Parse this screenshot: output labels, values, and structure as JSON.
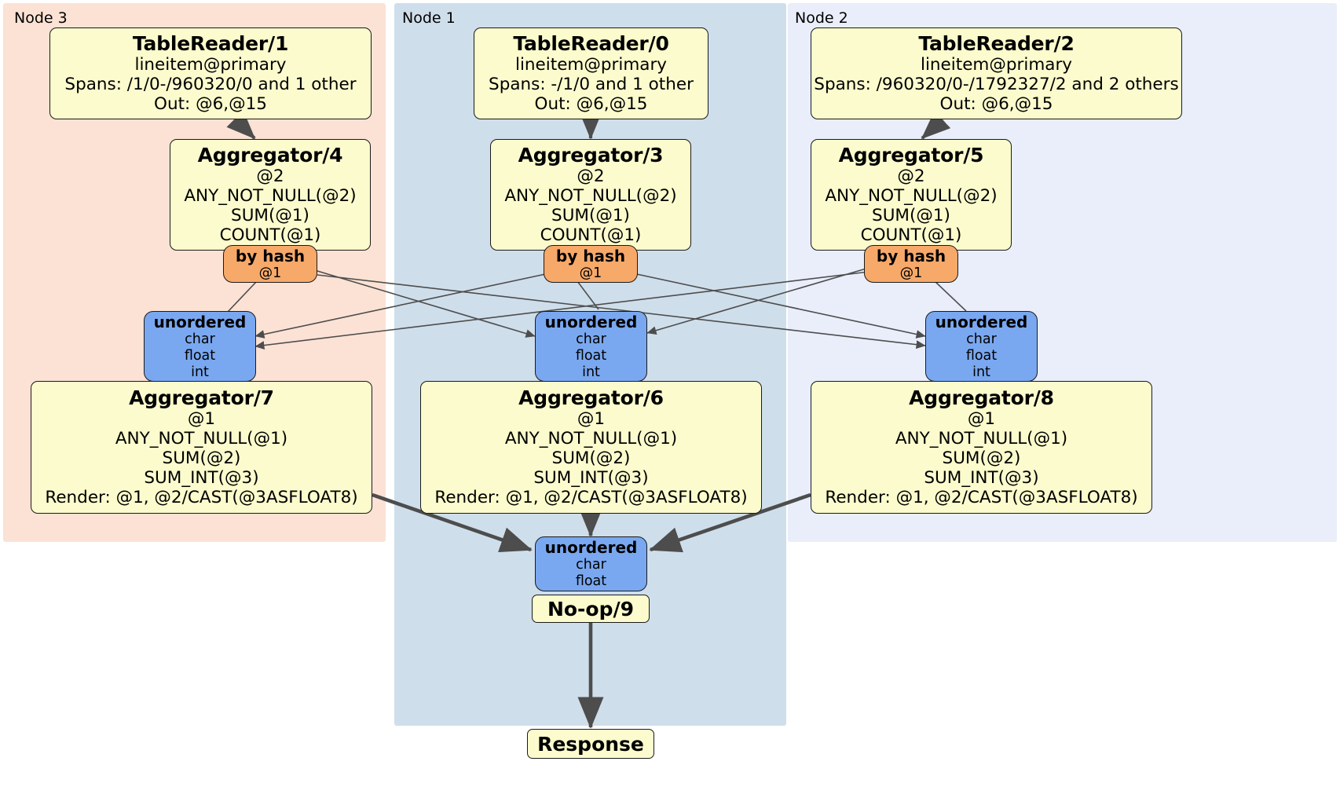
{
  "diagram": {
    "type": "distributed-query-plan",
    "colors": {
      "node3_bg": "#fbe2d5",
      "node1_bg": "#cfdeeb",
      "node2_bg": "#e9eefa",
      "processor_bg": "#fbfbcd",
      "hash_router_bg": "#f7a96a",
      "unordered_router_bg": "#7aa8f0",
      "edge": "#4d4d4d",
      "border": "#1a1a1a"
    }
  },
  "clusters": [
    {
      "id": "node3",
      "label": "Node 3"
    },
    {
      "id": "node1",
      "label": "Node 1"
    },
    {
      "id": "node2",
      "label": "Node 2"
    }
  ],
  "processors": {
    "table_reader_1": {
      "title": "TableReader/1",
      "l1": "lineitem@primary",
      "l2": "Spans: /1/0-/960320/0 and 1 other",
      "l3": "Out: @6,@15"
    },
    "table_reader_0": {
      "title": "TableReader/0",
      "l1": "lineitem@primary",
      "l2": "Spans: -/1/0 and 1 other",
      "l3": "Out: @6,@15"
    },
    "table_reader_2": {
      "title": "TableReader/2",
      "l1": "lineitem@primary",
      "l2": "Spans: /960320/0-/1792327/2 and 2 others",
      "l3": "Out: @6,@15"
    },
    "aggregator_4": {
      "title": "Aggregator/4",
      "l1": "@2",
      "l2": "ANY_NOT_NULL(@2)",
      "l3": "SUM(@1)",
      "l4": "COUNT(@1)"
    },
    "aggregator_3": {
      "title": "Aggregator/3",
      "l1": "@2",
      "l2": "ANY_NOT_NULL(@2)",
      "l3": "SUM(@1)",
      "l4": "COUNT(@1)"
    },
    "aggregator_5": {
      "title": "Aggregator/5",
      "l1": "@2",
      "l2": "ANY_NOT_NULL(@2)",
      "l3": "SUM(@1)",
      "l4": "COUNT(@1)"
    },
    "aggregator_7": {
      "title": "Aggregator/7",
      "l1": "@1",
      "l2": "ANY_NOT_NULL(@1)",
      "l3": "SUM(@2)",
      "l4": "SUM_INT(@3)",
      "l5": "Render: @1, @2/CAST(@3ASFLOAT8)"
    },
    "aggregator_6": {
      "title": "Aggregator/6",
      "l1": "@1",
      "l2": "ANY_NOT_NULL(@1)",
      "l3": "SUM(@2)",
      "l4": "SUM_INT(@3)",
      "l5": "Render: @1, @2/CAST(@3ASFLOAT8)"
    },
    "aggregator_8": {
      "title": "Aggregator/8",
      "l1": "@1",
      "l2": "ANY_NOT_NULL(@1)",
      "l3": "SUM(@2)",
      "l4": "SUM_INT(@3)",
      "l5": "Render: @1, @2/CAST(@3ASFLOAT8)"
    },
    "noop_9": {
      "title": "No-op/9"
    },
    "response": {
      "title": "Response"
    }
  },
  "routers": {
    "hash_left": {
      "title": "by hash",
      "l1": "@1"
    },
    "hash_mid": {
      "title": "by hash",
      "l1": "@1"
    },
    "hash_right": {
      "title": "by hash",
      "l1": "@1"
    },
    "unordered_left": {
      "title": "unordered",
      "l1": "char",
      "l2": "float",
      "l3": "int"
    },
    "unordered_mid": {
      "title": "unordered",
      "l1": "char",
      "l2": "float",
      "l3": "int"
    },
    "unordered_right": {
      "title": "unordered",
      "l1": "char",
      "l2": "float",
      "l3": "int"
    },
    "unordered_final": {
      "title": "unordered",
      "l1": "char",
      "l2": "float"
    }
  }
}
